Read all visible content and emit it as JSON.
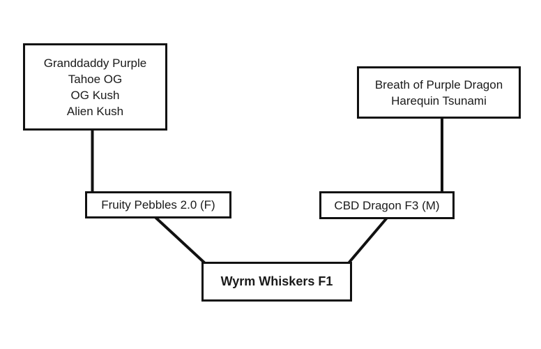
{
  "diagram": {
    "type": "pedigree-tree",
    "background_color": "#ffffff",
    "line_color": "#111111",
    "border_color": "#111111",
    "text_color": "#1a1a1a",
    "nodes": {
      "mother_ancestors": {
        "lines": [
          "Granddaddy Purple",
          "Tahoe OG",
          "OG Kush",
          "Alien Kush"
        ]
      },
      "father_ancestors": {
        "lines": [
          "Breath of Purple Dragon",
          "Harequin Tsunami"
        ]
      },
      "mother": {
        "label": "Fruity Pebbles 2.0 (F)"
      },
      "father": {
        "label": "CBD Dragon F3 (M)"
      },
      "offspring": {
        "label": "Wyrm Whiskers F1"
      }
    },
    "edges": [
      {
        "from": "mother_ancestors",
        "to": "mother"
      },
      {
        "from": "father_ancestors",
        "to": "father"
      },
      {
        "from": "mother",
        "to": "offspring"
      },
      {
        "from": "father",
        "to": "offspring"
      }
    ]
  }
}
